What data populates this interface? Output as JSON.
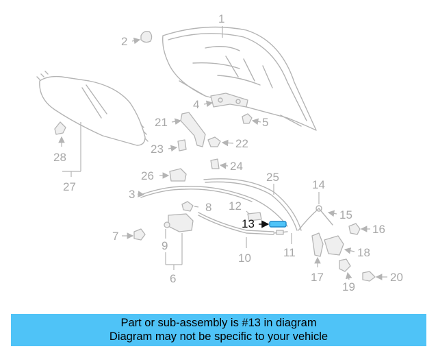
{
  "diagram": {
    "part_numbers": [
      "1",
      "2",
      "3",
      "4",
      "5",
      "6",
      "7",
      "8",
      "9",
      "10",
      "11",
      "12",
      "13",
      "14",
      "15",
      "16",
      "17",
      "18",
      "19",
      "20",
      "21",
      "22",
      "23",
      "24",
      "25",
      "26",
      "27",
      "28"
    ],
    "highlighted_part": "13",
    "highlight_color": "#4fc3f7"
  },
  "caption": {
    "line1": "Part or sub-assembly is #13 in diagram",
    "line2": "Diagram may not be specific to your vehicle",
    "background": "#4fc3f7"
  }
}
